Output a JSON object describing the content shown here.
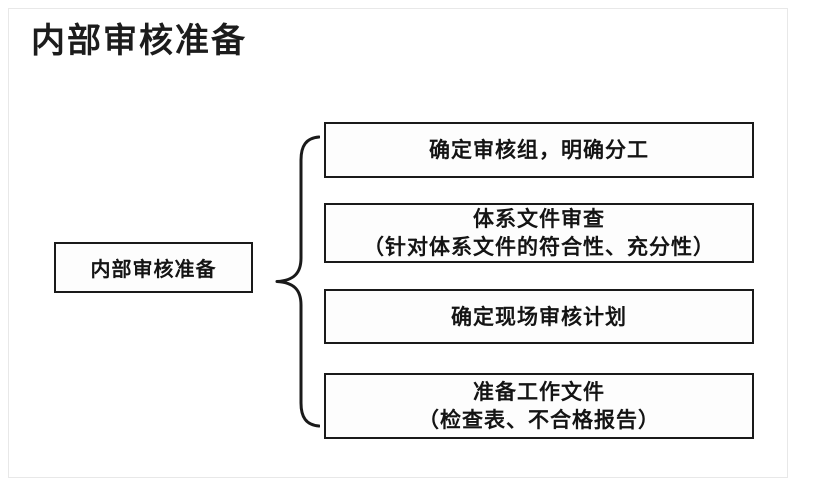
{
  "page": {
    "title": "内部审核准备",
    "background_color": "#ffffff",
    "border_color": "#e8e8e8"
  },
  "diagram": {
    "type": "bracket-list",
    "line_color": "#1a1a1a",
    "text_color": "#141414",
    "root": {
      "label": "内部审核准备"
    },
    "brace": {
      "icon": "curly-brace-left",
      "orientation": "opens-right"
    },
    "items": [
      {
        "lines": [
          "确定审核组，明确分工"
        ],
        "line1": "确定审核组，明确分工",
        "line2": ""
      },
      {
        "lines": [
          "体系文件审查",
          "（针对体系文件的符合性、充分性）"
        ],
        "line1": "体系文件审查",
        "line2": "（针对体系文件的符合性、充分性）"
      },
      {
        "lines": [
          "确定现场审核计划"
        ],
        "line1": "确定现场审核计划",
        "line2": ""
      },
      {
        "lines": [
          "准备工作文件",
          "（检查表、不合格报告）"
        ],
        "line1": "准备工作文件",
        "line2": "（检查表、不合格报告）"
      }
    ]
  }
}
